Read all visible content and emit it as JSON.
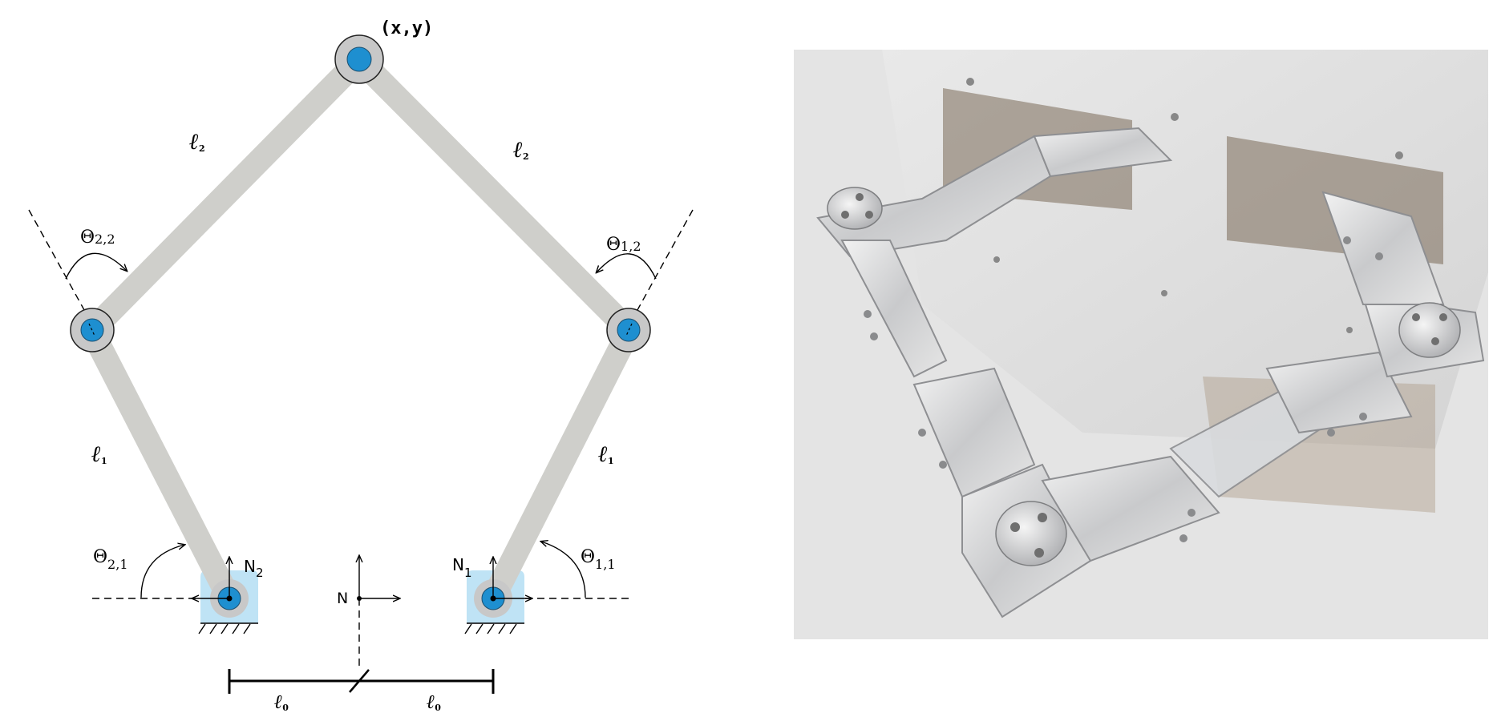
{
  "diagram": {
    "end_effector_label": "(x,y)",
    "distal_link_left": "ℓ",
    "distal_link_left_sub": "2",
    "distal_link_right": "ℓ",
    "distal_link_right_sub": "2",
    "proximal_link_left": "ℓ",
    "proximal_link_left_sub": "1",
    "proximal_link_right": "ℓ",
    "proximal_link_right_sub": "1",
    "base_half_left": "ℓ",
    "base_half_left_sub": "0",
    "base_half_right": "ℓ",
    "base_half_right_sub": "0",
    "angle_left_elbow": "Θ",
    "angle_left_elbow_sub": "2,2",
    "angle_right_elbow": "Θ",
    "angle_right_elbow_sub": "1,2",
    "angle_left_base": "Θ",
    "angle_left_base_sub": "2,1",
    "angle_right_base": "Θ",
    "angle_right_base_sub": "1,1",
    "frame_left": "N",
    "frame_left_sub": "2",
    "frame_right": "N",
    "frame_right_sub": "1",
    "frame_center": "N"
  },
  "colors": {
    "link": "#cfcfcb",
    "joint_blue": "#1e8fd0",
    "joint_ring": "#c8c8c8",
    "base_block": "#bfe3f5"
  },
  "photo": {
    "subject": "aluminum five-bar parallel linkage mounted beneath a white box"
  }
}
